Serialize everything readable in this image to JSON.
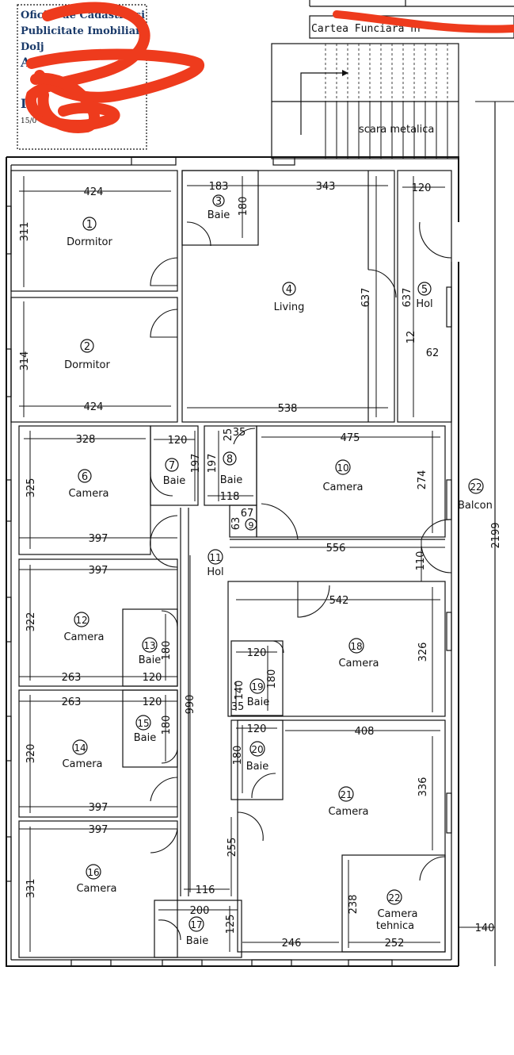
{
  "stamp": {
    "line1": "Oficiul de Cadastru și",
    "line2": "Publicitate Imobiliară",
    "line3": "Dolj",
    "line4": "A",
    "line5": "In",
    "line6": "15/0"
  },
  "header": {
    "carte_funciara": "Cartea  Funciara  nr"
  },
  "stairs_label": "scara  metalica",
  "rooms": [
    {
      "num": "1",
      "name": "Dormitor"
    },
    {
      "num": "2",
      "name": "Dormitor"
    },
    {
      "num": "3",
      "name": "Baie"
    },
    {
      "num": "4",
      "name": "Living"
    },
    {
      "num": "5",
      "name": "Hol"
    },
    {
      "num": "6",
      "name": "Camera"
    },
    {
      "num": "7",
      "name": "Baie"
    },
    {
      "num": "8",
      "name": "Baie"
    },
    {
      "num": "9",
      "name": ""
    },
    {
      "num": "10",
      "name": "Camera"
    },
    {
      "num": "11",
      "name": "Hol"
    },
    {
      "num": "12",
      "name": "Camera"
    },
    {
      "num": "13",
      "name": "Baie"
    },
    {
      "num": "14",
      "name": "Camera"
    },
    {
      "num": "15",
      "name": "Baie"
    },
    {
      "num": "16",
      "name": "Camera"
    },
    {
      "num": "17",
      "name": "Baie"
    },
    {
      "num": "18",
      "name": "Camera"
    },
    {
      "num": "19",
      "name": "Baie"
    },
    {
      "num": "20",
      "name": "Baie"
    },
    {
      "num": "21",
      "name": "Camera"
    },
    {
      "num": "22",
      "name": "Balcon"
    },
    {
      "num": "22",
      "name": "Camera"
    }
  ],
  "camera_tehnica_line2": "tehnica",
  "dims": {
    "d424a": "424",
    "d311": "311",
    "d183": "183",
    "d180a": "180",
    "d343": "343",
    "d120a": "120",
    "d637a": "637",
    "d637b": "637",
    "d12": "12",
    "d62": "62",
    "d314": "314",
    "d424b": "424",
    "d538": "538",
    "d328": "328",
    "d120b": "120",
    "d197a": "197",
    "d25": "25",
    "d35a": "35",
    "d197b": "197",
    "d475": "475",
    "d325": "325",
    "d118": "118",
    "d274": "274",
    "d63": "63",
    "d67": "67",
    "d397a": "397",
    "d556": "556",
    "d110": "110",
    "d2199": "2199",
    "d397b": "397",
    "d542": "542",
    "d322": "322",
    "d180b": "180",
    "d120c": "120",
    "d326": "326",
    "d180c": "180",
    "d263a": "263",
    "d120d": "120",
    "d140": "140",
    "d35b": "35",
    "d263b": "263",
    "d120e": "120",
    "d990": "990",
    "d120f": "120",
    "d408": "408",
    "d320": "320",
    "d180d": "180",
    "d180e": "180",
    "d336": "336",
    "d397c": "397",
    "d397d": "397",
    "d255": "255",
    "d331": "331",
    "d116": "116",
    "d200": "200",
    "d238": "238",
    "d125": "125",
    "d246": "246",
    "d252": "252",
    "d140b": "140"
  }
}
